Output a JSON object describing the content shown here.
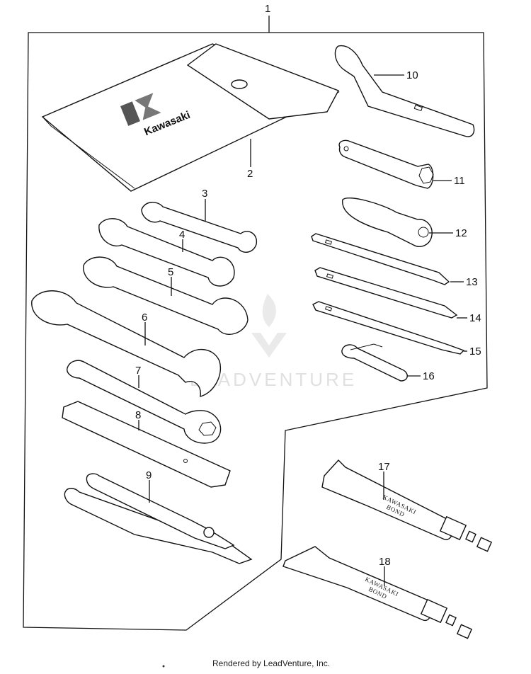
{
  "callouts": [
    "1",
    "2",
    "3",
    "4",
    "5",
    "6",
    "7",
    "8",
    "9",
    "10",
    "11",
    "12",
    "13",
    "14",
    "15",
    "16",
    "17",
    "18"
  ],
  "logo_text": "Kawasaki",
  "tube_label_line1": "KAWASAKI",
  "tube_label_line2": "BOND",
  "watermark_text": "LEADVENTURE",
  "footer": "Rendered by LeadVenture, Inc."
}
